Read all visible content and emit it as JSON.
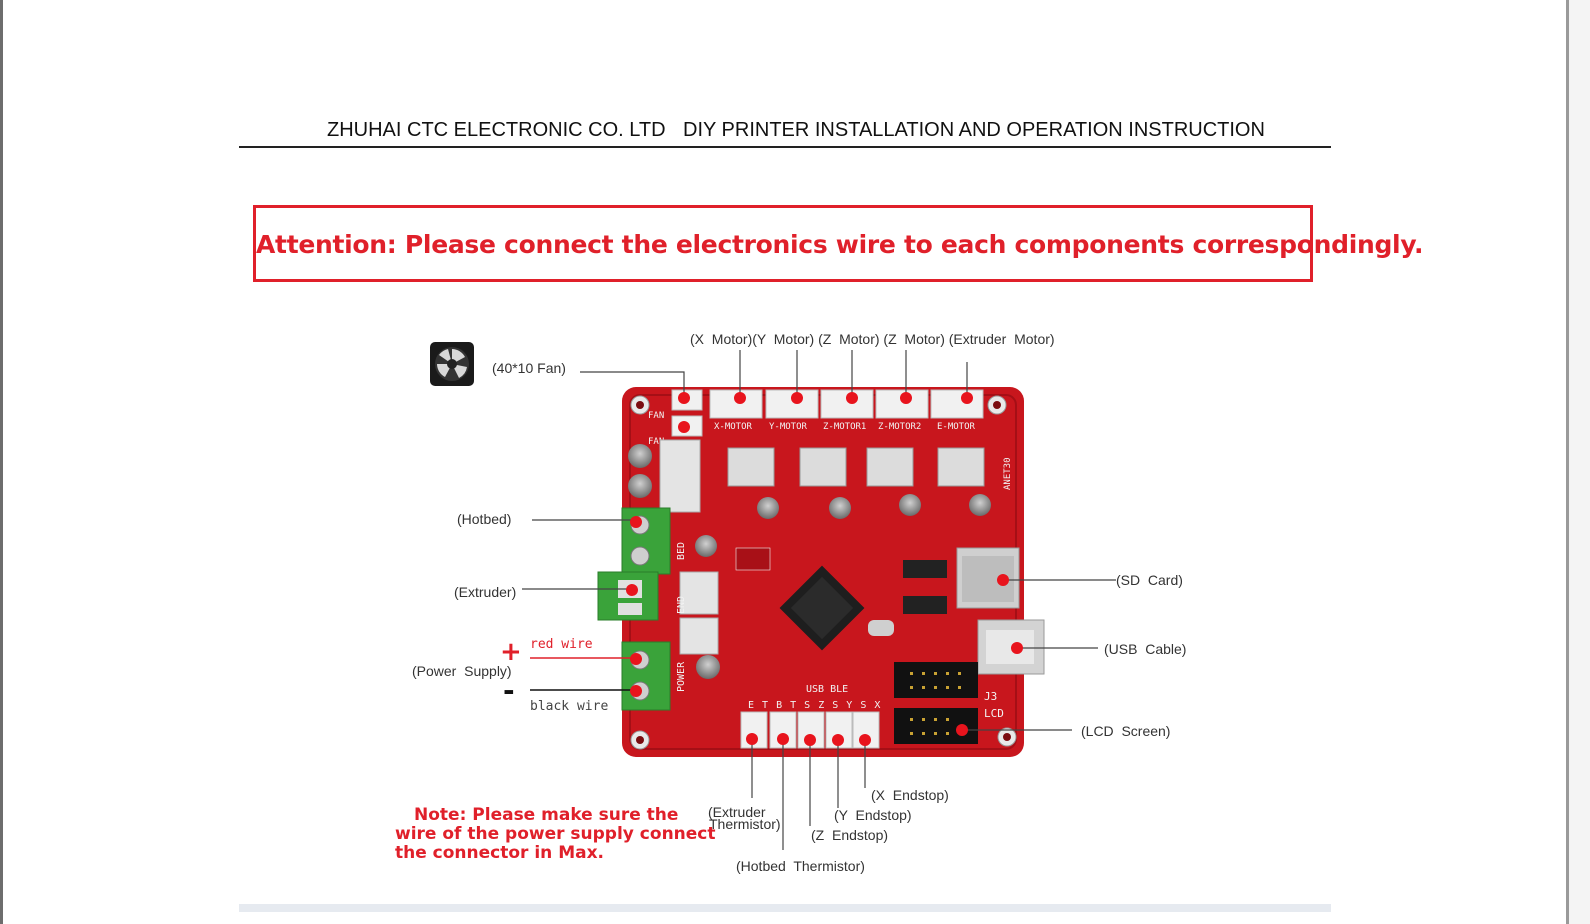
{
  "header": {
    "company": "ZHUHAI CTC ELECTRONIC CO. LTD",
    "document_title": "DIY PRINTER INSTALLATION AND OPERATION INSTRUCTION"
  },
  "attention": "Attention: Please connect the electronics wire to each components correspondingly.",
  "callouts": {
    "fan": "(40*10  Fan)",
    "motors": "(X  Motor)(Y  Motor) (Z  Motor) (Z  Motor) (Extruder  Motor)",
    "hotbed": "(Hotbed)",
    "extruder": "(Extruder)",
    "power_supply": "(Power  Supply)",
    "red_wire": "red wire",
    "black_wire": "black wire",
    "plus_sign": "+",
    "minus_sign": "-",
    "sd_card": "(SD  Card)",
    "usb_cable": "(USB  Cable)",
    "lcd_screen": "(LCD  Screen)",
    "x_endstop": "(X  Endstop)",
    "y_endstop": "(Y  Endstop)",
    "z_endstop": "(Z  Endstop)",
    "extruder_thermistor_line1": "(Extruder",
    "extruder_thermistor_line2": "Thermistor)",
    "hotbed_thermistor": "(Hotbed  Thermistor)"
  },
  "board_silkscreen": {
    "x_motor": "X-MOTOR",
    "y_motor": "Y-MOTOR",
    "z_motor1": "Z-MOTOR1",
    "z_motor2": "Z-MOTOR2",
    "e_motor": "E-MOTOR",
    "board_name": "ANET30",
    "fan_1": "FAN",
    "fan_2": "FAN",
    "bed": "BED",
    "end": "END",
    "power": "POWER",
    "j3": "J3",
    "lcd": "LCD",
    "usb_ble": "USB BLE",
    "endstop_pins": "E T B T S Z S Y S X"
  },
  "note": {
    "line1": "Note: Please make sure the",
    "line2": "wire of the power supply connect",
    "line3": "the connector in Max."
  },
  "colors": {
    "accent_red": "#e0202a",
    "board_red": "#c8161d",
    "terminal_green": "#3aa33a"
  }
}
